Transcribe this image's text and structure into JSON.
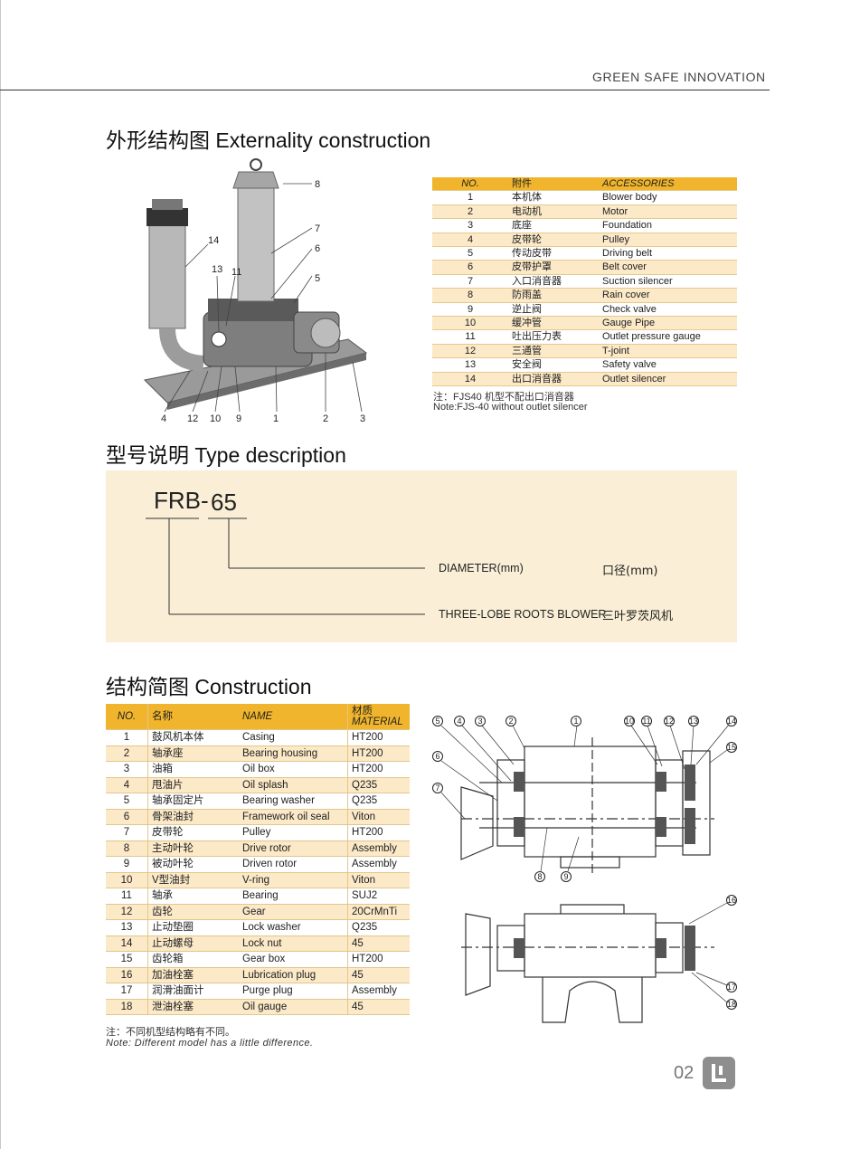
{
  "header": {
    "brand": "GREEN SAFE INNOVATION"
  },
  "externality": {
    "title": "外形结构图 Externality construction",
    "callouts": [
      "8",
      "7",
      "6",
      "5",
      "14",
      "13",
      "11",
      "4",
      "12",
      "10",
      "9",
      "1",
      "2",
      "3"
    ],
    "table": {
      "headers": {
        "no": "NO.",
        "cn": "附件",
        "en": "ACCESSORIES"
      },
      "rows": [
        {
          "no": "1",
          "cn": "本机体",
          "en": "Blower body"
        },
        {
          "no": "2",
          "cn": "电动机",
          "en": "Motor"
        },
        {
          "no": "3",
          "cn": "底座",
          "en": "Foundation"
        },
        {
          "no": "4",
          "cn": "皮带轮",
          "en": "Pulley"
        },
        {
          "no": "5",
          "cn": "传动皮带",
          "en": "Driving belt"
        },
        {
          "no": "6",
          "cn": "皮带护罩",
          "en": "Belt cover"
        },
        {
          "no": "7",
          "cn": "入口消音器",
          "en": "Suction silencer"
        },
        {
          "no": "8",
          "cn": "防雨盖",
          "en": "Rain cover"
        },
        {
          "no": "9",
          "cn": "逆止阀",
          "en": "Check valve"
        },
        {
          "no": "10",
          "cn": "缓冲管",
          "en": "Gauge Pipe"
        },
        {
          "no": "11",
          "cn": "吐出压力表",
          "en": "Outlet pressure gauge"
        },
        {
          "no": "12",
          "cn": "三通管",
          "en": "T-joint"
        },
        {
          "no": "13",
          "cn": "安全阀",
          "en": "Safety valve"
        },
        {
          "no": "14",
          "cn": "出口消音器",
          "en": "Outlet silencer"
        }
      ],
      "note_cn": "注：FJS40 机型不配出口消音器",
      "note_en": "Note:FJS-40 without outlet silencer"
    }
  },
  "type_desc": {
    "title": "型号说明 Type description",
    "model_prefix": "FRB-",
    "model_number": "65",
    "diameter_en": "DIAMETER(mm)",
    "diameter_cn": "口径(mm)",
    "blower_en": "THREE-LOBE ROOTS BLOWER",
    "blower_cn": "三叶罗茨风机"
  },
  "construction": {
    "title": "结构简图 Construction",
    "headers": {
      "no": "NO.",
      "cn": "名称",
      "en": "NAME",
      "mat_cn": "材质",
      "mat_en": "MATERIAL"
    },
    "rows": [
      {
        "no": "1",
        "cn": "鼓风机本体",
        "en": "Casing",
        "mat": "HT200"
      },
      {
        "no": "2",
        "cn": "轴承座",
        "en": "Bearing housing",
        "mat": "HT200"
      },
      {
        "no": "3",
        "cn": "油箱",
        "en": "Oil box",
        "mat": "HT200"
      },
      {
        "no": "4",
        "cn": "甩油片",
        "en": "Oil splash",
        "mat": "Q235"
      },
      {
        "no": "5",
        "cn": "轴承固定片",
        "en": "Bearing washer",
        "mat": "Q235"
      },
      {
        "no": "6",
        "cn": "骨架油封",
        "en": "Framework oil seal",
        "mat": "Viton"
      },
      {
        "no": "7",
        "cn": "皮带轮",
        "en": "Pulley",
        "mat": "HT200"
      },
      {
        "no": "8",
        "cn": "主动叶轮",
        "en": "Drive rotor",
        "mat": "Assembly"
      },
      {
        "no": "9",
        "cn": "被动叶轮",
        "en": "Driven rotor",
        "mat": "Assembly"
      },
      {
        "no": "10",
        "cn": "V型油封",
        "en": "V-ring",
        "mat": "Viton"
      },
      {
        "no": "11",
        "cn": "轴承",
        "en": "Bearing",
        "mat": "SUJ2"
      },
      {
        "no": "12",
        "cn": "齿轮",
        "en": "Gear",
        "mat": "20CrMnTi"
      },
      {
        "no": "13",
        "cn": "止动垫圈",
        "en": "Lock washer",
        "mat": "Q235"
      },
      {
        "no": "14",
        "cn": "止动螺母",
        "en": "Lock nut",
        "mat": "45"
      },
      {
        "no": "15",
        "cn": "齿轮箱",
        "en": "Gear box",
        "mat": "HT200"
      },
      {
        "no": "16",
        "cn": "加油栓塞",
        "en": "Lubrication plug",
        "mat": "45"
      },
      {
        "no": "17",
        "cn": "润滑油面计",
        "en": "Purge plug",
        "mat": "Assembly"
      },
      {
        "no": "18",
        "cn": "泄油栓塞",
        "en": "Oil gauge",
        "mat": "45"
      }
    ],
    "note_cn": "注：不同机型结构略有不同。",
    "note_en": "Note: Different model has a little difference.",
    "diagram_labels": [
      "5",
      "4",
      "3",
      "2",
      "1",
      "10",
      "11",
      "12",
      "13",
      "14",
      "15",
      "6",
      "7",
      "8",
      "9",
      "16",
      "17",
      "18"
    ]
  },
  "footer": {
    "page": "02"
  }
}
